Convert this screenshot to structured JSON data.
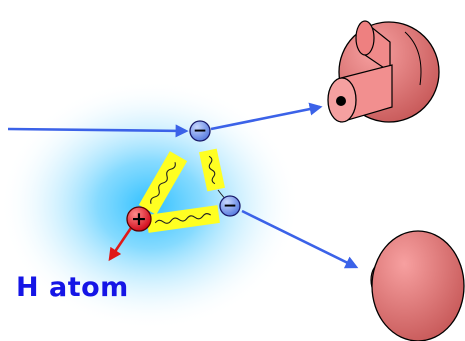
{
  "diagram": {
    "atom_label": "H atom",
    "electron_sign": "−",
    "proton_sign": "+",
    "colors": {
      "electron": "#6f8fe8",
      "proton": "#e8182a",
      "beam": "#3b62e8",
      "bond": "#ffff22",
      "electron_cloud": "#4fc8ff",
      "recoil": "#e01818",
      "detector": "#f27878",
      "label": "#1515e6"
    },
    "icons": [
      "incoming-beam-arrow",
      "scattered-electron-arrow",
      "ejected-electron-arrow",
      "proton-recoil-arrow",
      "detector-upper",
      "detector-lower"
    ]
  }
}
